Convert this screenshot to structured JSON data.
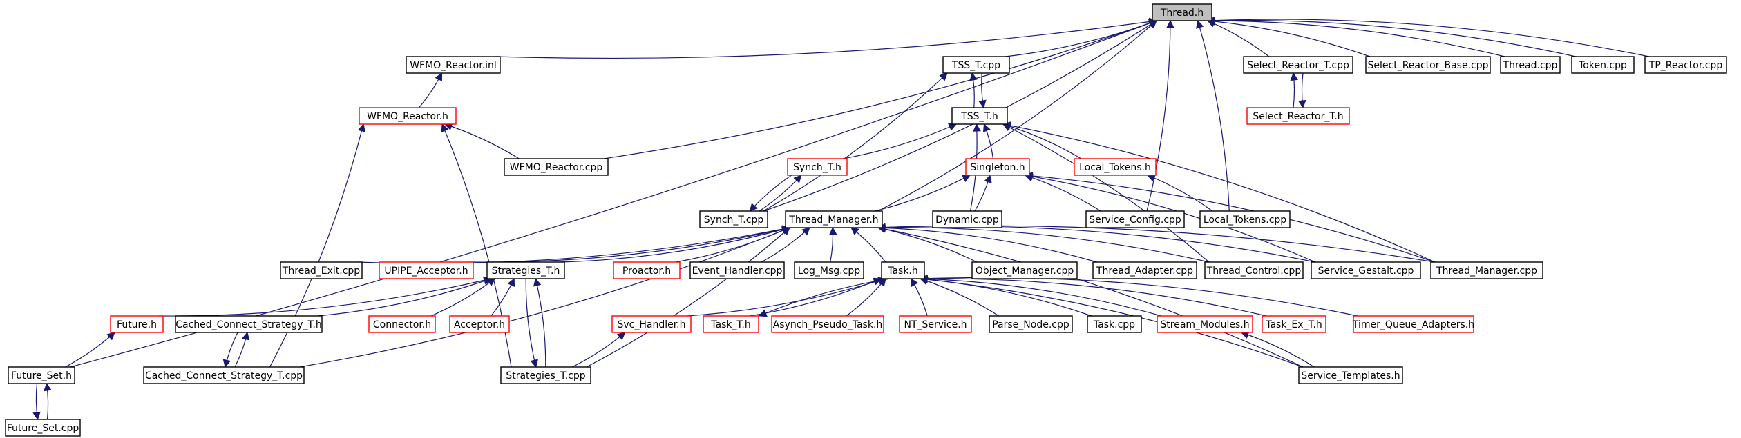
{
  "graph": {
    "nodes": [
      {
        "id": "thread_h",
        "label": "Thread.h",
        "root": true
      },
      {
        "id": "wfmo_inl",
        "label": "WFMO_Reactor.inl"
      },
      {
        "id": "wfmo_h",
        "label": "WFMO_Reactor.h",
        "red": true
      },
      {
        "id": "wfmo_cpp",
        "label": "WFMO_Reactor.cpp"
      },
      {
        "id": "tss_t_cpp",
        "label": "TSS_T.cpp"
      },
      {
        "id": "tss_t_h",
        "label": "TSS_T.h"
      },
      {
        "id": "synch_t_h",
        "label": "Synch_T.h",
        "red": true
      },
      {
        "id": "singleton_h",
        "label": "Singleton.h",
        "red": true
      },
      {
        "id": "local_tokens_h",
        "label": "Local_Tokens.h",
        "red": true
      },
      {
        "id": "synch_t_cpp",
        "label": "Synch_T.cpp"
      },
      {
        "id": "thread_manager_h",
        "label": "Thread_Manager.h"
      },
      {
        "id": "dynamic_cpp",
        "label": "Dynamic.cpp"
      },
      {
        "id": "service_config_cpp",
        "label": "Service_Config.cpp"
      },
      {
        "id": "local_tokens_cpp",
        "label": "Local_Tokens.cpp"
      },
      {
        "id": "select_reactor_t_cpp",
        "label": "Select_Reactor_T.cpp"
      },
      {
        "id": "select_reactor_t_h",
        "label": "Select_Reactor_T.h",
        "red": true
      },
      {
        "id": "select_reactor_base_cpp",
        "label": "Select_Reactor_Base.cpp"
      },
      {
        "id": "thread_cpp",
        "label": "Thread.cpp"
      },
      {
        "id": "token_cpp",
        "label": "Token.cpp"
      },
      {
        "id": "tp_reactor_cpp",
        "label": "TP_Reactor.cpp"
      },
      {
        "id": "thread_exit_cpp",
        "label": "Thread_Exit.cpp"
      },
      {
        "id": "upipe_acceptor_h",
        "label": "UPIPE_Acceptor.h",
        "red": true
      },
      {
        "id": "strategies_t_h",
        "label": "Strategies_T.h"
      },
      {
        "id": "proactor_h",
        "label": "Proactor.h",
        "red": true
      },
      {
        "id": "event_handler_cpp",
        "label": "Event_Handler.cpp"
      },
      {
        "id": "log_msg_cpp",
        "label": "Log_Msg.cpp"
      },
      {
        "id": "task_h",
        "label": "Task.h"
      },
      {
        "id": "object_manager_cpp",
        "label": "Object_Manager.cpp"
      },
      {
        "id": "thread_adapter_cpp",
        "label": "Thread_Adapter.cpp"
      },
      {
        "id": "thread_control_cpp",
        "label": "Thread_Control.cpp"
      },
      {
        "id": "service_gestalt_cpp",
        "label": "Service_Gestalt.cpp"
      },
      {
        "id": "thread_manager_cpp",
        "label": "Thread_Manager.cpp"
      },
      {
        "id": "future_h",
        "label": "Future.h",
        "red": true
      },
      {
        "id": "cached_connect_h",
        "label": "Cached_Connect_Strategy_T.h"
      },
      {
        "id": "connector_h",
        "label": "Connector.h",
        "red": true
      },
      {
        "id": "acceptor_h",
        "label": "Acceptor.h",
        "red": true
      },
      {
        "id": "svc_handler_h",
        "label": "Svc_Handler.h",
        "red": true
      },
      {
        "id": "task_t_h",
        "label": "Task_T.h",
        "red": true
      },
      {
        "id": "asynch_pseudo_task_h",
        "label": "Asynch_Pseudo_Task.h",
        "red": true
      },
      {
        "id": "nt_service_h",
        "label": "NT_Service.h",
        "red": true
      },
      {
        "id": "parse_node_cpp",
        "label": "Parse_Node.cpp"
      },
      {
        "id": "task_cpp",
        "label": "Task.cpp"
      },
      {
        "id": "stream_modules_h",
        "label": "Stream_Modules.h",
        "red": true
      },
      {
        "id": "task_ex_t_h",
        "label": "Task_Ex_T.h",
        "red": true
      },
      {
        "id": "timer_queue_adapters_h",
        "label": "Timer_Queue_Adapters.h",
        "red": true
      },
      {
        "id": "future_set_h",
        "label": "Future_Set.h"
      },
      {
        "id": "cached_connect_cpp",
        "label": "Cached_Connect_Strategy_T.cpp"
      },
      {
        "id": "strategies_t_cpp",
        "label": "Strategies_T.cpp"
      },
      {
        "id": "service_templates_h",
        "label": "Service_Templates.h"
      },
      {
        "id": "future_set_cpp",
        "label": "Future_Set.cpp"
      }
    ],
    "edges": [
      [
        "thread_h",
        "wfmo_inl"
      ],
      [
        "thread_h",
        "wfmo_cpp"
      ],
      [
        "thread_h",
        "tss_t_cpp"
      ],
      [
        "thread_h",
        "synch_t_cpp"
      ],
      [
        "thread_h",
        "thread_manager_h"
      ],
      [
        "thread_h",
        "service_config_cpp"
      ],
      [
        "thread_h",
        "local_tokens_cpp"
      ],
      [
        "thread_h",
        "select_reactor_t_cpp"
      ],
      [
        "thread_h",
        "select_reactor_base_cpp"
      ],
      [
        "thread_h",
        "thread_cpp"
      ],
      [
        "thread_h",
        "token_cpp"
      ],
      [
        "thread_h",
        "tp_reactor_cpp"
      ],
      [
        "thread_h",
        "future_set_h"
      ],
      [
        "wfmo_inl",
        "wfmo_h"
      ],
      [
        "wfmo_h",
        "wfmo_cpp"
      ],
      [
        "wfmo_h",
        "cached_connect_cpp"
      ],
      [
        "wfmo_h",
        "strategies_t_cpp"
      ],
      [
        "tss_t_cpp",
        "tss_t_h"
      ],
      [
        "tss_t_h",
        "tss_t_cpp"
      ],
      [
        "tss_t_cpp",
        "synch_t_cpp"
      ],
      [
        "tss_t_h",
        "synch_t_h"
      ],
      [
        "tss_t_h",
        "singleton_h"
      ],
      [
        "tss_t_h",
        "local_tokens_h"
      ],
      [
        "tss_t_h",
        "dynamic_cpp"
      ],
      [
        "tss_t_h",
        "thread_control_cpp"
      ],
      [
        "tss_t_h",
        "thread_manager_cpp"
      ],
      [
        "synch_t_h",
        "synch_t_cpp"
      ],
      [
        "synch_t_cpp",
        "synch_t_h"
      ],
      [
        "singleton_h",
        "dynamic_cpp"
      ],
      [
        "singleton_h",
        "service_config_cpp"
      ],
      [
        "singleton_h",
        "thread_manager_h"
      ],
      [
        "singleton_h",
        "service_gestalt_cpp"
      ],
      [
        "singleton_h",
        "thread_manager_cpp"
      ],
      [
        "local_tokens_h",
        "local_tokens_cpp"
      ],
      [
        "select_reactor_t_cpp",
        "select_reactor_t_h"
      ],
      [
        "select_reactor_t_h",
        "select_reactor_t_cpp"
      ],
      [
        "thread_manager_h",
        "thread_exit_cpp"
      ],
      [
        "thread_manager_h",
        "upipe_acceptor_h"
      ],
      [
        "thread_manager_h",
        "strategies_t_h"
      ],
      [
        "thread_manager_h",
        "proactor_h"
      ],
      [
        "thread_manager_h",
        "event_handler_cpp"
      ],
      [
        "thread_manager_h",
        "log_msg_cpp"
      ],
      [
        "thread_manager_h",
        "task_h"
      ],
      [
        "thread_manager_h",
        "object_manager_cpp"
      ],
      [
        "thread_manager_h",
        "thread_adapter_cpp"
      ],
      [
        "thread_manager_h",
        "thread_control_cpp"
      ],
      [
        "thread_manager_h",
        "service_gestalt_cpp"
      ],
      [
        "thread_manager_h",
        "thread_manager_cpp"
      ],
      [
        "thread_manager_h",
        "cached_connect_cpp"
      ],
      [
        "thread_manager_h",
        "strategies_t_cpp"
      ],
      [
        "thread_manager_h",
        "service_templates_h"
      ],
      [
        "strategies_t_h",
        "future_h"
      ],
      [
        "strategies_t_h",
        "cached_connect_h"
      ],
      [
        "strategies_t_h",
        "connector_h"
      ],
      [
        "strategies_t_h",
        "acceptor_h"
      ],
      [
        "strategies_t_h",
        "strategies_t_cpp"
      ],
      [
        "strategies_t_cpp",
        "strategies_t_h"
      ],
      [
        "future_h",
        "future_set_h"
      ],
      [
        "cached_connect_h",
        "cached_connect_cpp"
      ],
      [
        "cached_connect_cpp",
        "cached_connect_h"
      ],
      [
        "task_h",
        "svc_handler_h"
      ],
      [
        "task_h",
        "task_t_h"
      ],
      [
        "task_h",
        "asynch_pseudo_task_h"
      ],
      [
        "task_h",
        "nt_service_h"
      ],
      [
        "task_h",
        "parse_node_cpp"
      ],
      [
        "task_h",
        "task_cpp"
      ],
      [
        "task_h",
        "stream_modules_h"
      ],
      [
        "task_h",
        "task_ex_t_h"
      ],
      [
        "task_h",
        "timer_queue_adapters_h"
      ],
      [
        "task_h",
        "service_templates_h"
      ],
      [
        "task_t_h",
        "task_h"
      ],
      [
        "svc_handler_h",
        "strategies_t_cpp"
      ],
      [
        "stream_modules_h",
        "service_templates_h"
      ],
      [
        "future_set_h",
        "future_set_cpp"
      ],
      [
        "future_set_cpp",
        "future_set_h"
      ]
    ]
  }
}
